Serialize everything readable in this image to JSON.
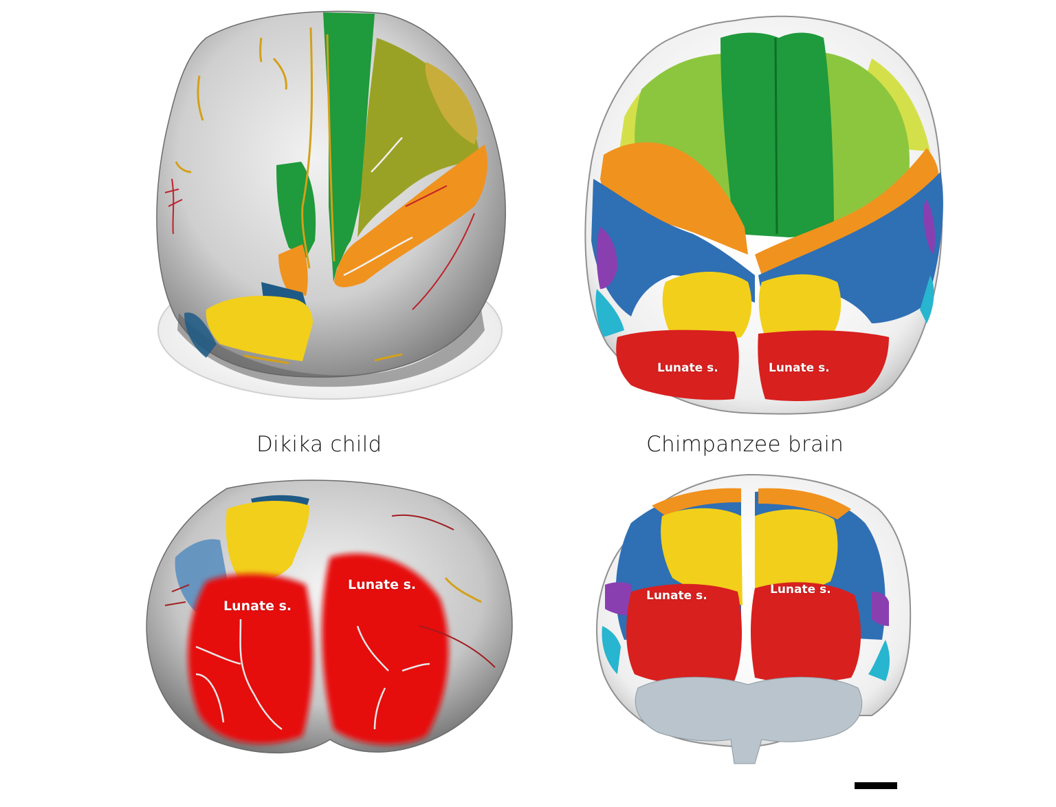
{
  "figure": {
    "panels": [
      {
        "id": "dikika-top",
        "subject": "Dikika child",
        "view": "superior",
        "labels": []
      },
      {
        "id": "chimp-top",
        "subject": "Chimpanzee brain",
        "view": "superior",
        "labels": [
          "Lunate s.",
          "Lunate s."
        ]
      },
      {
        "id": "dikika-back",
        "subject": "Dikika child",
        "view": "posterior",
        "labels": [
          "Lunate s.",
          "Lunate s."
        ]
      },
      {
        "id": "chimp-back",
        "subject": "Chimpanzee brain",
        "view": "posterior",
        "labels": [
          "Lunate s.",
          "Lunate s."
        ]
      }
    ],
    "captions": {
      "left": "Dikika child",
      "right": "Chimpanzee brain"
    },
    "scale_bar": "scale-bar",
    "colors": {
      "frontal_green": "#1f9a3c",
      "frontal_dark_green": "#1a8a35",
      "light_green": "#8cc63f",
      "olive": "#9aa225",
      "yellow_green": "#d4e04a",
      "orange": "#f0921e",
      "blue": "#2f6fb4",
      "dark_blue": "#1f5a86",
      "purple": "#8a3fb0",
      "cyan": "#27b5cf",
      "yellow": "#f2cf1a",
      "red": "#d8201f",
      "bone_grey": "#c8c8c8",
      "cerebellum_grey": "#b9c4cc",
      "sulcus_gold": "#d4a017",
      "vessel_red": "#c0202a"
    }
  }
}
